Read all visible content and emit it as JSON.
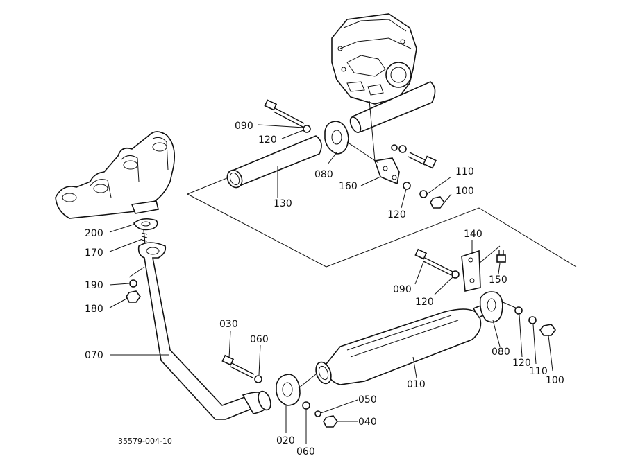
{
  "figure_id": "35579-004-10",
  "callouts": [
    {
      "id": "c090a",
      "text": "090"
    },
    {
      "id": "c120a",
      "text": "120"
    },
    {
      "id": "c080a",
      "text": "080"
    },
    {
      "id": "c130",
      "text": "130"
    },
    {
      "id": "c160",
      "text": "160"
    },
    {
      "id": "c110a",
      "text": "110"
    },
    {
      "id": "c100a",
      "text": "100"
    },
    {
      "id": "c120b",
      "text": "120"
    },
    {
      "id": "c200",
      "text": "200"
    },
    {
      "id": "c170",
      "text": "170"
    },
    {
      "id": "c190",
      "text": "190"
    },
    {
      "id": "c180",
      "text": "180"
    },
    {
      "id": "c070",
      "text": "070"
    },
    {
      "id": "c030",
      "text": "030"
    },
    {
      "id": "c060a",
      "text": "060"
    },
    {
      "id": "c140",
      "text": "140"
    },
    {
      "id": "c090b",
      "text": "090"
    },
    {
      "id": "c150",
      "text": "150"
    },
    {
      "id": "c120c",
      "text": "120"
    },
    {
      "id": "c080b",
      "text": "080"
    },
    {
      "id": "c120d",
      "text": "120"
    },
    {
      "id": "c110b",
      "text": "110"
    },
    {
      "id": "c100b",
      "text": "100"
    },
    {
      "id": "c010",
      "text": "010"
    },
    {
      "id": "c050",
      "text": "050"
    },
    {
      "id": "c040",
      "text": "040"
    },
    {
      "id": "c020",
      "text": "020"
    },
    {
      "id": "c060b",
      "text": "060"
    }
  ]
}
